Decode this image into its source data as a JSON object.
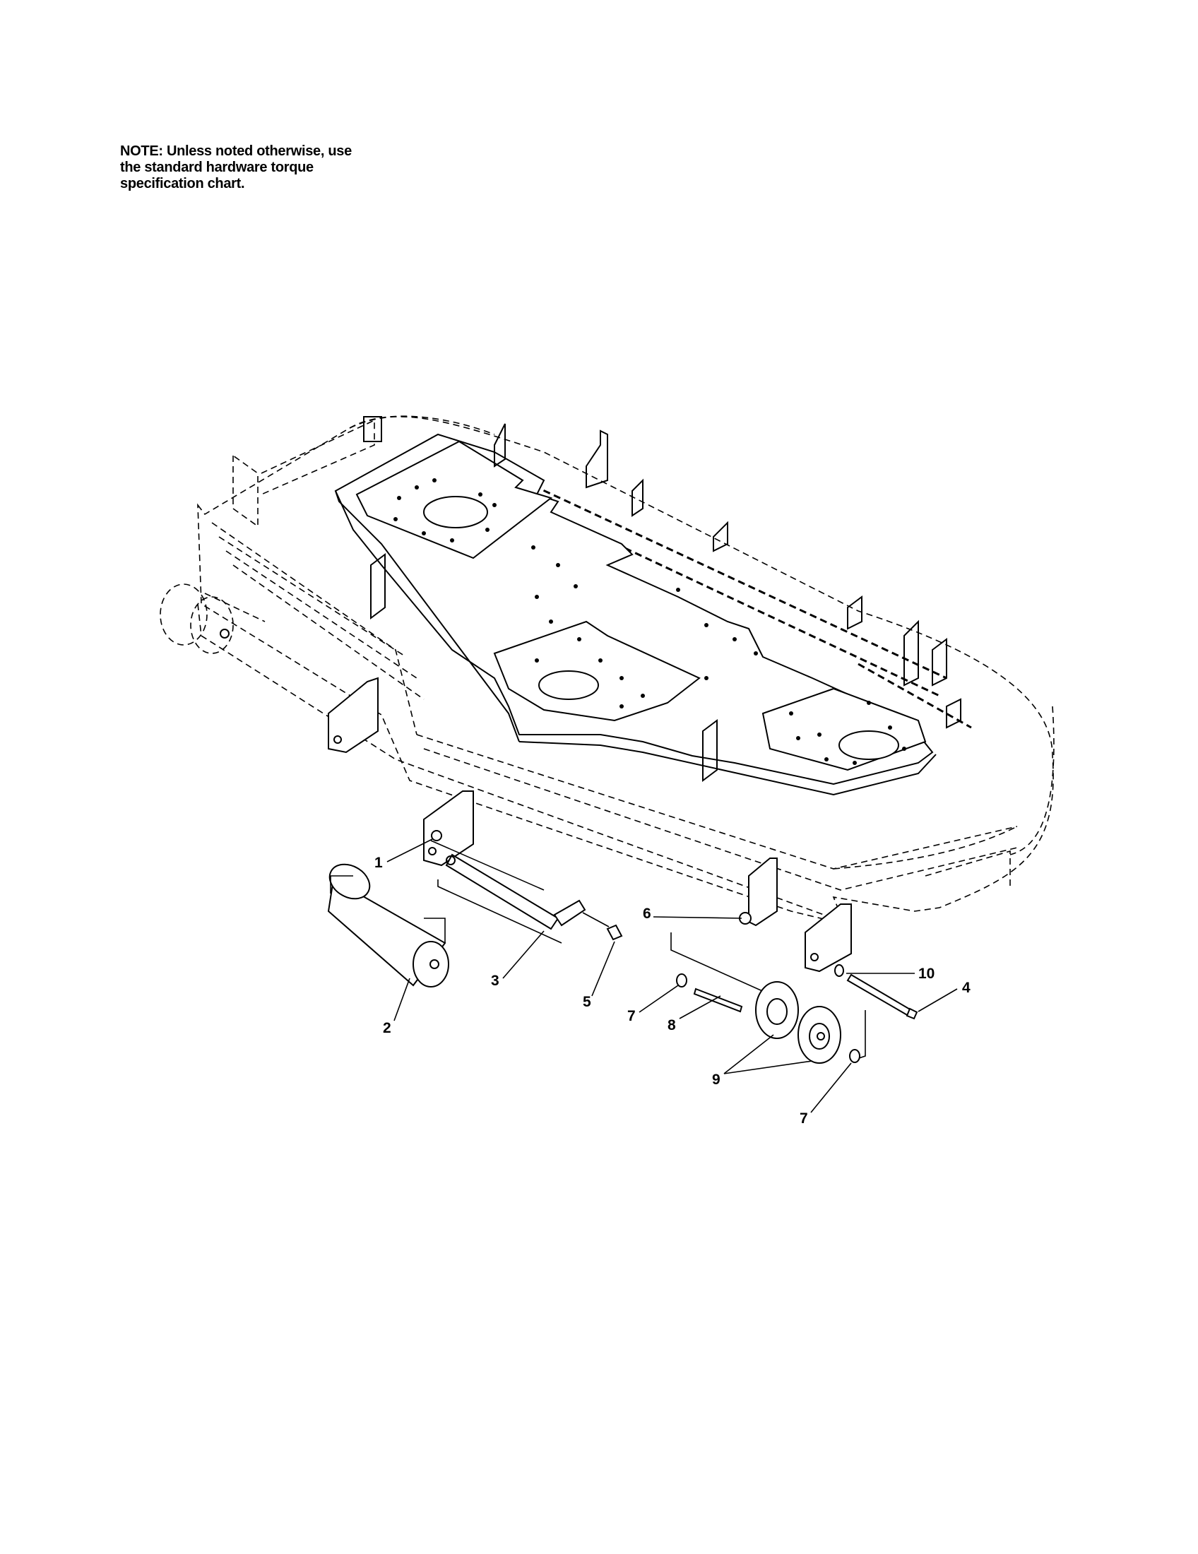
{
  "note": {
    "lines": [
      "NOTE: Unless noted otherwise, use",
      "the standard hardware torque",
      "specification chart."
    ]
  },
  "callouts": {
    "c1": "1",
    "c2": "2",
    "c3": "3",
    "c4": "4",
    "c5": "5",
    "c6": "6",
    "c7a": "7",
    "c7b": "7",
    "c8": "8",
    "c9": "9",
    "c10": "10"
  }
}
